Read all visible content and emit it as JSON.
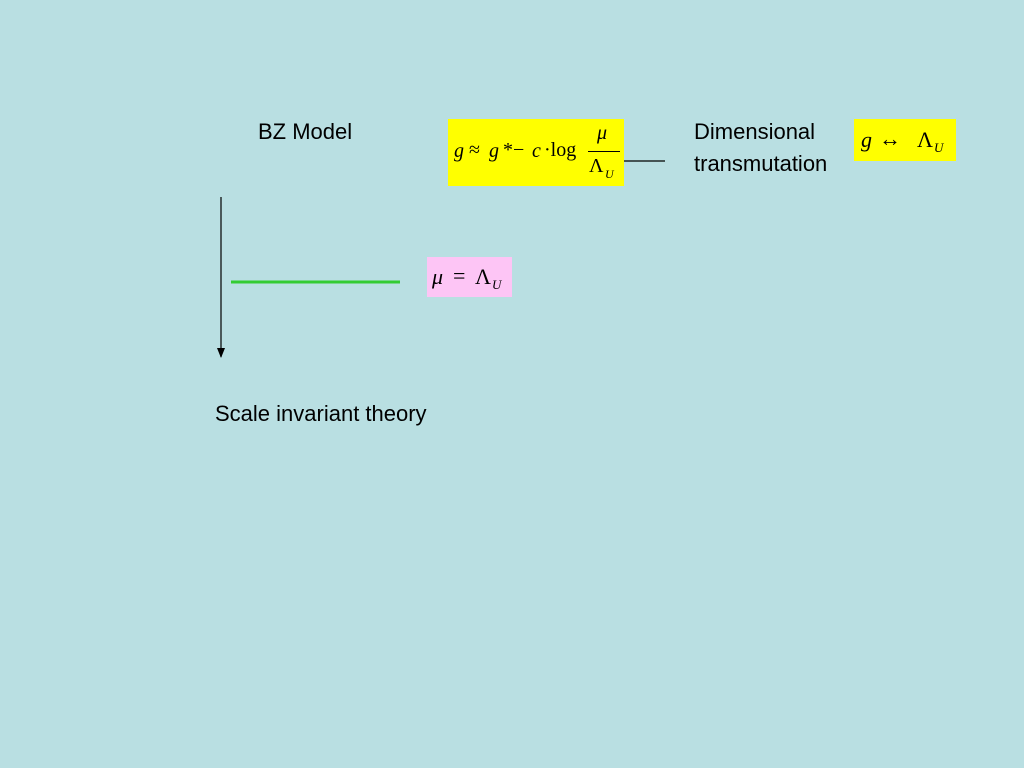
{
  "labels": {
    "bz_model": "BZ Model",
    "dimensional": "Dimensional",
    "transmutation": "transmutation",
    "scale_invariant": "Scale invariant theory"
  },
  "eq_log": {
    "g": "g",
    "approx": "≈",
    "g2": "g",
    "star_minus": "*−",
    "c": "c",
    "dot_log": "·log",
    "num": "μ",
    "den_lambda": "Λ",
    "den_sub": "U"
  },
  "eq_relation": {
    "g": "g",
    "arrow": "↔",
    "lambda": "Λ",
    "sub": "U"
  },
  "eq_scale": {
    "mu": "μ",
    "eq": "=",
    "lambda": "Λ",
    "sub": "U"
  },
  "colors": {
    "background": "#b9dfe2",
    "yellow_box": "#ffff00",
    "pink_box": "#fdc5f5",
    "green_line": "#33cc33"
  }
}
